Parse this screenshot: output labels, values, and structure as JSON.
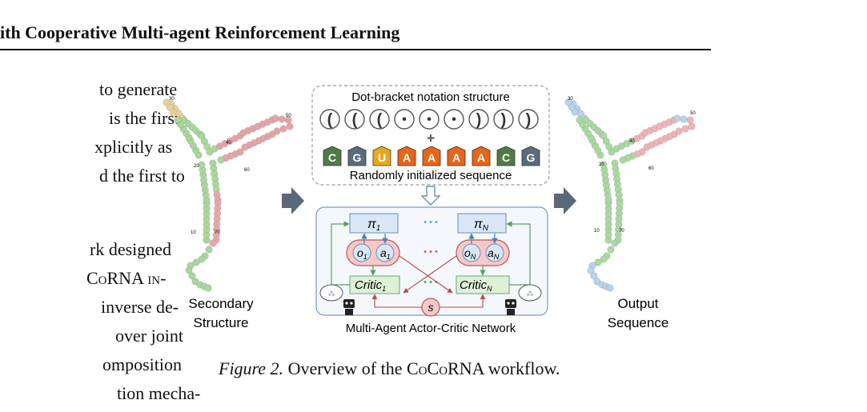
{
  "header": {
    "title": "ith Cooperative Multi-agent Reinforcement Learning"
  },
  "left_column": {
    "lines_top": [
      "to generate",
      "is the first",
      "xplicitly as",
      "d the first to"
    ],
    "lines_bottom": [
      "rk designed",
      "CoRNA in-",
      "inverse de-",
      "over joint",
      "omposition",
      "tion mecha-"
    ]
  },
  "figure": {
    "left_label": [
      "Secondary",
      "Structure"
    ],
    "right_label": [
      "Output",
      "Sequence"
    ],
    "dot_bracket_title": "Dot-bracket notation structure",
    "dot_bracket_symbols": [
      "(",
      "(",
      "(",
      "•",
      "•",
      "•",
      ")",
      ")",
      ")"
    ],
    "plus_symbol": "+",
    "sequence_title": "Randomly initialized sequence",
    "sequence": [
      {
        "base": "C",
        "color": "#4f7a45"
      },
      {
        "base": "G",
        "color": "#5b6b7a"
      },
      {
        "base": "U",
        "color": "#e8a81e"
      },
      {
        "base": "A",
        "color": "#e8651a"
      },
      {
        "base": "A",
        "color": "#e8651a"
      },
      {
        "base": "A",
        "color": "#e8651a"
      },
      {
        "base": "A",
        "color": "#e8651a"
      },
      {
        "base": "C",
        "color": "#4f7a45"
      },
      {
        "base": "G",
        "color": "#5b6b7a"
      }
    ],
    "network_title": "Multi-Agent Actor-Critic Network",
    "agent1": {
      "pi": "π",
      "pi_sub": "1",
      "o": "o",
      "o_sub": "1",
      "a": "a",
      "a_sub": "1",
      "critic": "Critic",
      "critic_sub": "1"
    },
    "agentN": {
      "pi": "π",
      "pi_sub": "N",
      "o": "o",
      "o_sub": "N",
      "a": "a",
      "a_sub": "N",
      "critic": "Critic",
      "critic_sub": "N"
    },
    "state": "s",
    "ellipsis": "• • •",
    "structure_numbers_left": [
      "30",
      "50",
      "40",
      "20",
      "60",
      "10",
      "70"
    ],
    "structure_numbers_right": [
      "30",
      "50",
      "40",
      "20",
      "60",
      "10",
      "70"
    ]
  },
  "caption": {
    "label": "Figure 2.",
    "text_before": " Overview of the ",
    "name_co": "Co",
    "name_co2": "Co",
    "name_rna": "RNA",
    "text_after": " workflow."
  }
}
